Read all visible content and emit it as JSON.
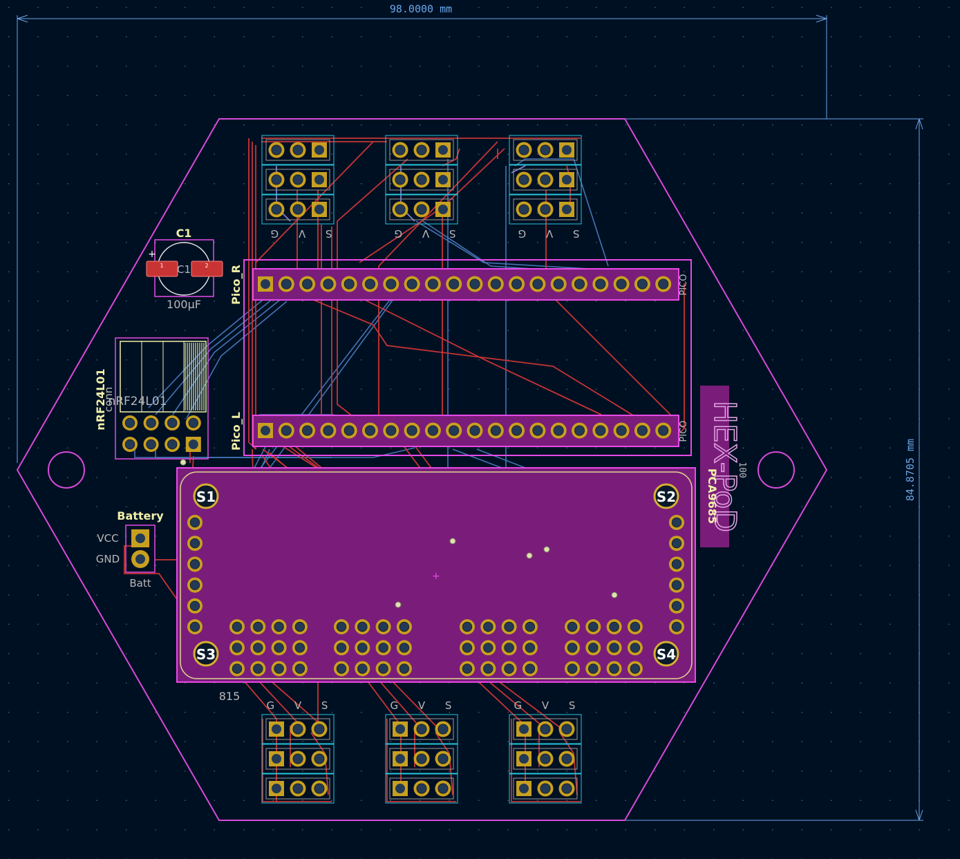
{
  "colors": {
    "background": "#001023",
    "grid_dot": "#4a5a6e",
    "edge_cuts": "#d84ad8",
    "front_copper": "#c83434",
    "back_copper": "#4d7fc4",
    "back_copper_light": "#8a8ad8",
    "pad_gold": "#c8a020",
    "pad_hole": "#233a56",
    "pad_ring": "#d8b030",
    "courtyard": "#26c6da",
    "module_fill": "#7a1d7a",
    "module_outline": "#e84ae8",
    "silk": "#f0f0a8",
    "fab_text": "#b8b8b8",
    "dimension": "#6aa6e8",
    "smd_pad": "#c83434"
  },
  "dimensions": {
    "width_label": "98.0000 mm",
    "height_label": "84.8705 mm"
  },
  "labels": {
    "c1_ref": "C1",
    "c1_fab": "C1",
    "c1_value": "100µF",
    "c1_plus": "+",
    "c1_pad1": "1",
    "c1_pad2": "2",
    "pico_r": "Pico_R",
    "pico_l": "Pico_L",
    "pico_fab_r": "PICO",
    "pico_fab_l": "PICO",
    "nrf_ref": "nRF24L01",
    "nrf_sub": "conn",
    "nrf_fab": "nRF24L01",
    "battery_ref": "Battery",
    "battery_vcc": "VCC",
    "battery_gnd": "GND",
    "battery_fab": "Batt",
    "pca_label": "PCA9685",
    "board_logo": "HEX-PoD",
    "board_rev": "100",
    "module_815": "815",
    "s1": "S1",
    "s2": "S2",
    "s3": "S3",
    "s4": "S4",
    "top_header_1": "S V G",
    "top_header_2": "S V G",
    "top_header_3": "S V G",
    "bottom_header_1": "G V S",
    "bottom_header_2": "G V S",
    "bottom_header_3": "G V S"
  }
}
